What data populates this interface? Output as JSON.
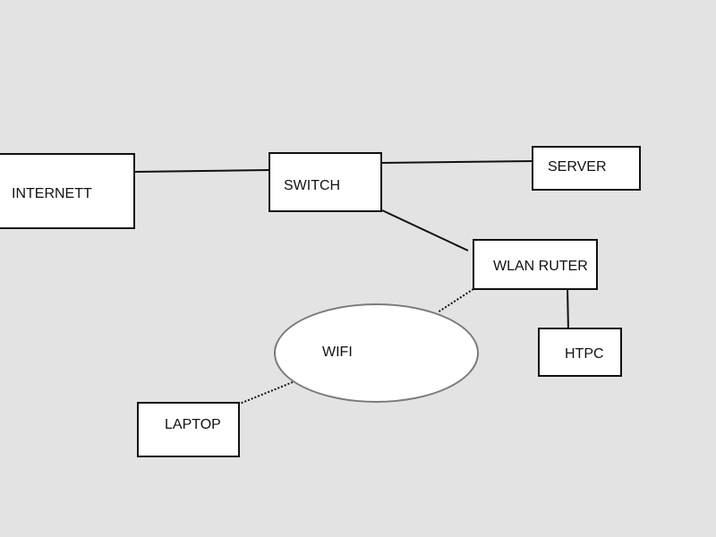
{
  "diagram": {
    "nodes": {
      "internett": {
        "label": "INTERNETT"
      },
      "switch": {
        "label": "SWITCH"
      },
      "server": {
        "label": "SERVER"
      },
      "wlan_ruter": {
        "label": "WLAN RUTER"
      },
      "htpc": {
        "label": "HTPC"
      },
      "wifi": {
        "label": "WIFI"
      },
      "laptop": {
        "label": "LAPTOP"
      }
    },
    "connections": [
      {
        "from": "INTERNETT",
        "to": "SWITCH",
        "style": "solid"
      },
      {
        "from": "SWITCH",
        "to": "SERVER",
        "style": "solid"
      },
      {
        "from": "SWITCH",
        "to": "WLAN RUTER",
        "style": "solid"
      },
      {
        "from": "WLAN RUTER",
        "to": "HTPC",
        "style": "solid"
      },
      {
        "from": "WLAN RUTER",
        "to": "WIFI",
        "style": "dotted"
      },
      {
        "from": "WIFI",
        "to": "LAPTOP",
        "style": "dotted"
      }
    ],
    "colors": {
      "background": "#e3e3e3",
      "box_fill": "#ffffff",
      "box_border": "#111111",
      "ellipse_border": "#7a7a7a",
      "line": "#111111"
    }
  }
}
